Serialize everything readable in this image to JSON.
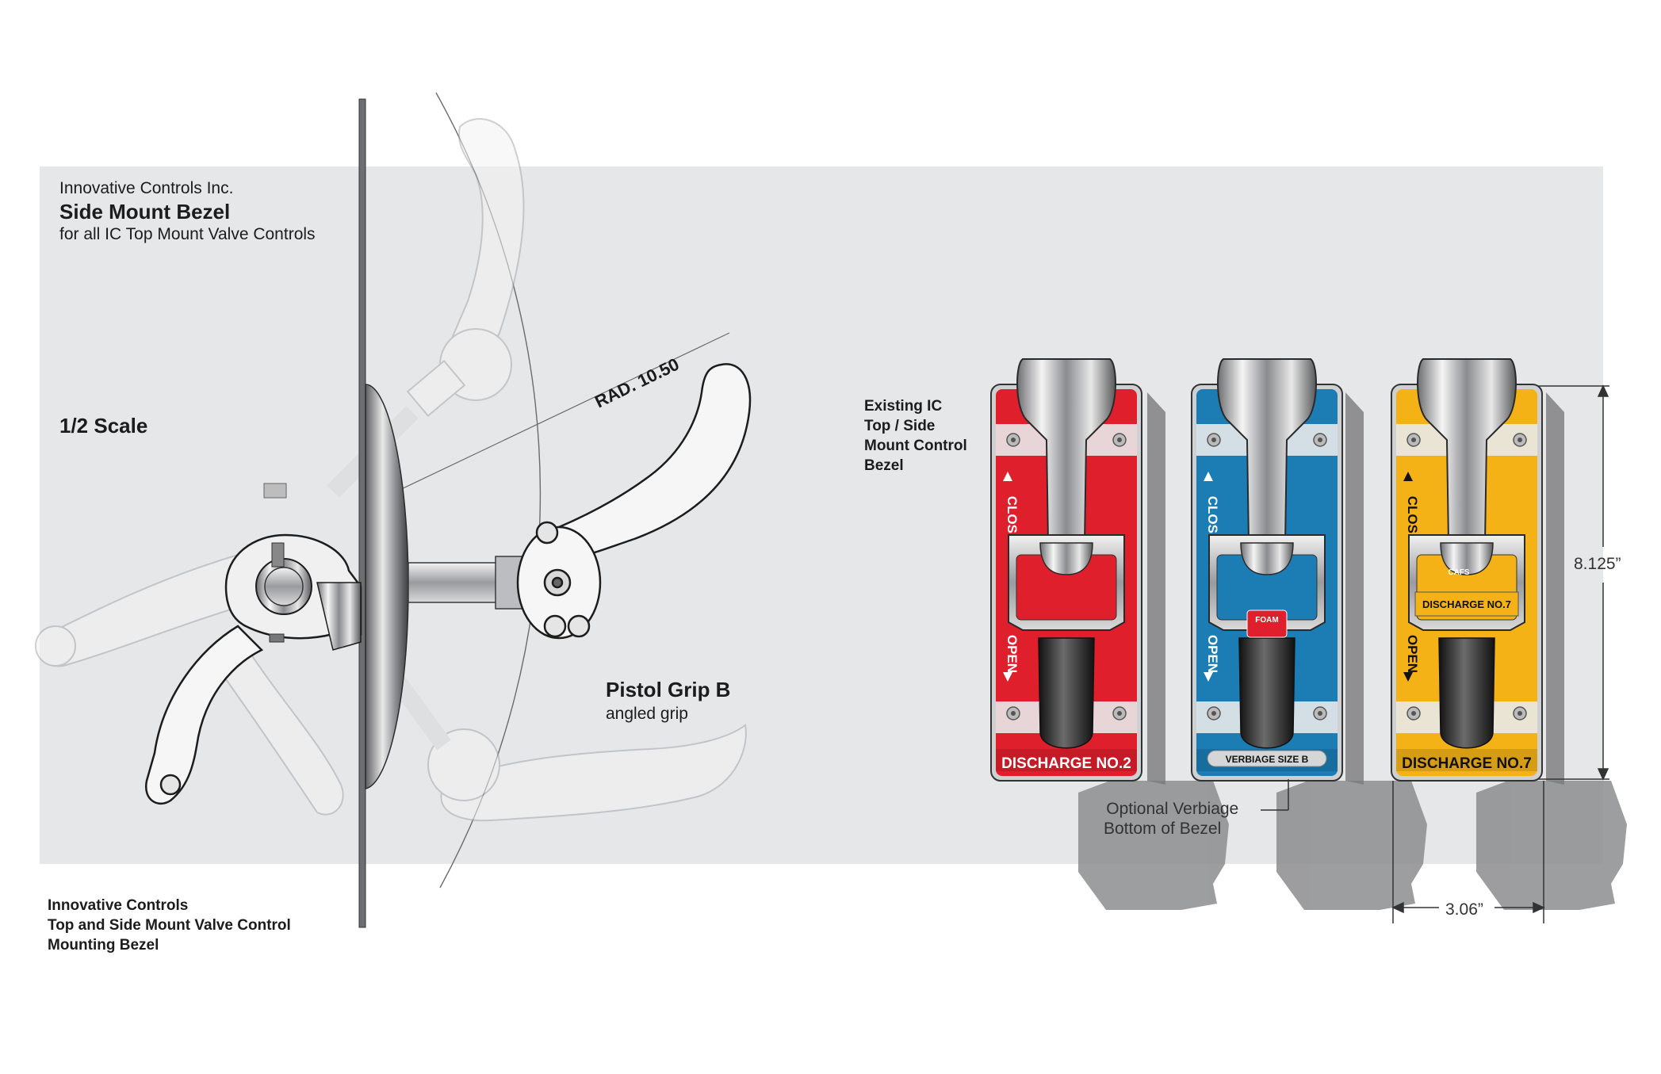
{
  "header": {
    "company": "Innovative Controls Inc.",
    "title": "Side Mount Bezel",
    "subtitle": "for all IC Top Mount Valve Controls"
  },
  "scale_label": "1/2 Scale",
  "radius_label": "RAD. 10.50",
  "pistol_grip": {
    "title": "Pistol Grip B",
    "subtitle": "angled grip"
  },
  "existing_label": [
    "Existing IC",
    "Top / Side",
    "Mount Control",
    "Bezel"
  ],
  "caption": [
    "Innovative Controls",
    "Top and Side Mount Valve Control",
    "Mounting Bezel"
  ],
  "optional_label": [
    "Optional Verbiage",
    "Bottom of Bezel"
  ],
  "dimensions": {
    "height": "8.125”",
    "width": "3.06”"
  },
  "bezels": [
    {
      "color": "#e01f2d",
      "open": "OPEN",
      "close": "CLOSE",
      "bottom": "DISCHARGE NO.2",
      "badge": ""
    },
    {
      "color": "#1b7db3",
      "open": "OPEN",
      "close": "CLOSE",
      "bottom": "VERBIAGE SIZE B",
      "badge": "FOAM"
    },
    {
      "color": "#f4b216",
      "open": "OPEN",
      "close": "CLOSE",
      "bottom": "DISCHARGE NO.7",
      "badge": "CAFS",
      "plate": "DISCHARGE NO.7"
    }
  ],
  "colors": {
    "panel": "#e6e7e9",
    "red": "#e01f2d",
    "blue": "#1b7db3",
    "yellow": "#f4b216"
  }
}
